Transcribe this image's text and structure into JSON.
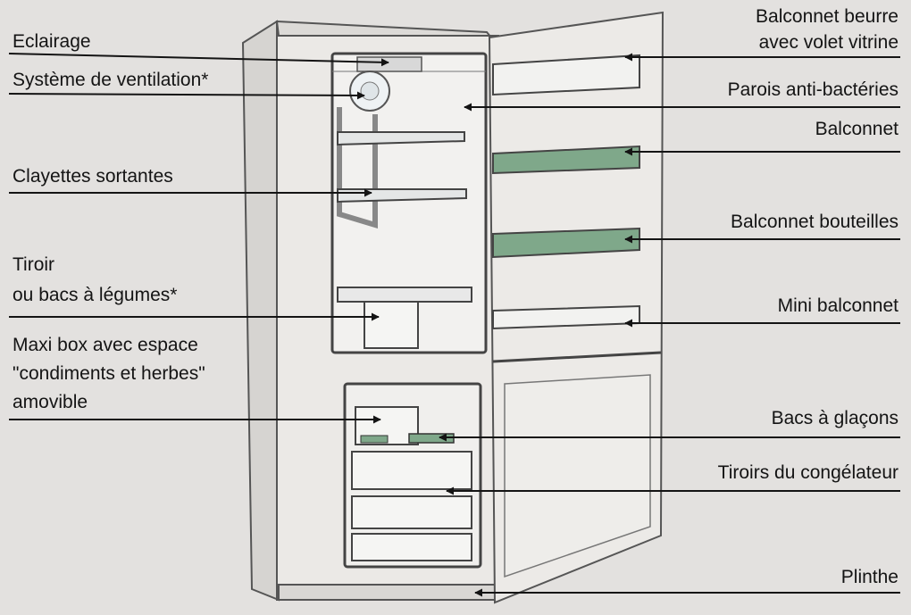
{
  "diagram": {
    "left_labels": {
      "eclairage": "Eclairage",
      "ventilation": "Système de ventilation*",
      "clayettes": "Clayettes sortantes",
      "tiroir_1": "Tiroir",
      "tiroir_2": "ou bacs à légumes*",
      "maxibox_1": "Maxi box avec espace",
      "maxibox_2": "\"condiments et herbes\"",
      "maxibox_3": "amovible"
    },
    "right_labels": {
      "beurre_1": "Balconnet beurre",
      "beurre_2": "avec volet vitrine",
      "parois": "Parois anti-bactéries",
      "balconnet": "Balconnet",
      "bouteilles": "Balconnet bouteilles",
      "mini": "Mini balconnet",
      "glacons": "Bacs à glaçons",
      "congelateur": "Tiroirs du congélateur",
      "plinthe": "Plinthe"
    },
    "colors": {
      "background": "#e3e1df",
      "line": "#141414",
      "shelf_green": "#7fa88a",
      "cabinet_interior": "#f2f1ef"
    }
  }
}
